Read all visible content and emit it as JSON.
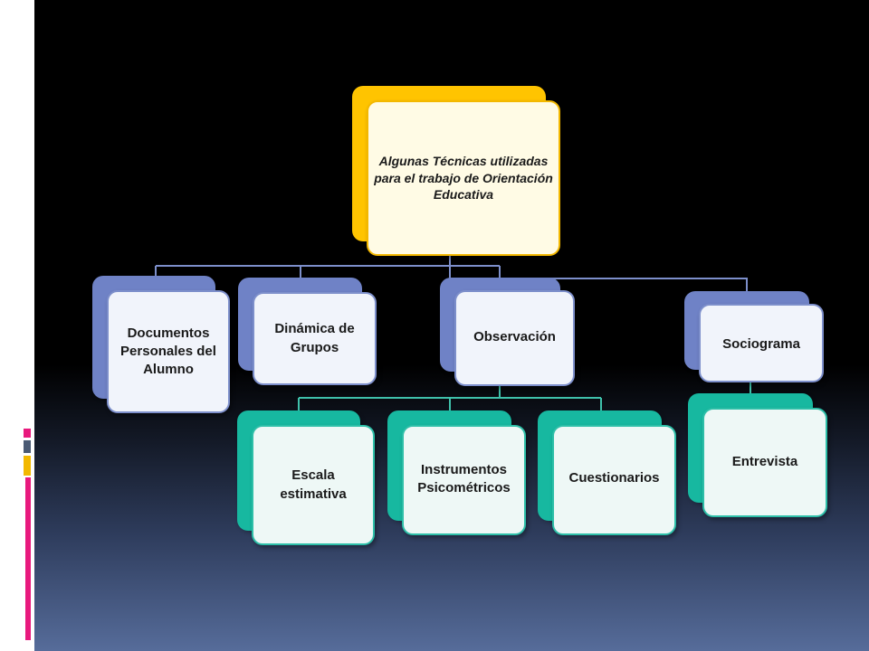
{
  "diagram": {
    "root": {
      "label": "Algunas Técnicas utilizadas para el trabajo de Orientación Educativa"
    },
    "nodes": {
      "documentos": {
        "label": "Documentos Personales del Alumno"
      },
      "dinamica": {
        "label": "Dinámica de Grupos"
      },
      "observacion": {
        "label": "Observación"
      },
      "sociograma": {
        "label": "Sociograma"
      },
      "escala": {
        "label": "Escala estimativa"
      },
      "instrumentos": {
        "label": "Instrumentos Psicométricos"
      },
      "cuestionarios": {
        "label": "Cuestionarios"
      },
      "entrevista": {
        "label": "Entrevista"
      }
    },
    "colors": {
      "root_accent": "#ffc400",
      "level1_accent": "#6f82c6",
      "level2_accent": "#17b8a0",
      "connector": "#7d8fcb",
      "connector_teal": "#3fc1ab"
    }
  }
}
